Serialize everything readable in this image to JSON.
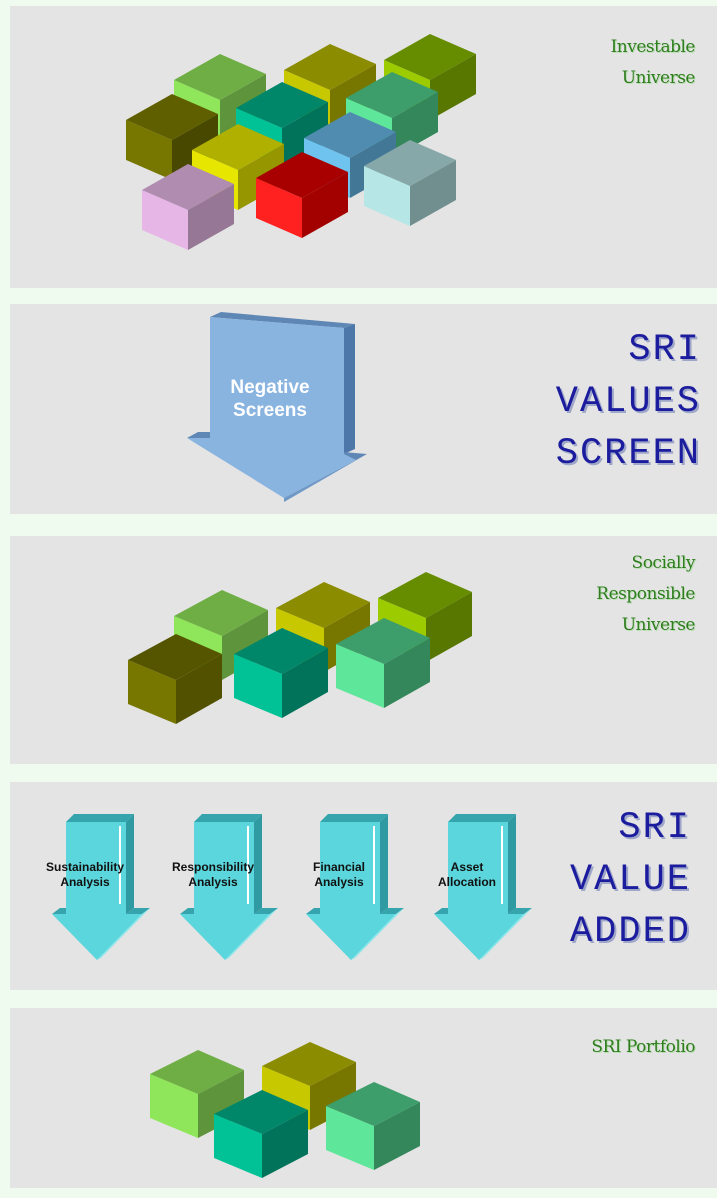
{
  "panels": {
    "investable": {
      "title_lines": [
        "Investable",
        "Universe"
      ]
    },
    "values_screen": {
      "arrow_label_lines": [
        "Negative",
        "Screens"
      ],
      "heading_lines": [
        "SRI",
        "VALUES",
        "SCREEN"
      ]
    },
    "socially_responsible": {
      "title_lines": [
        "Socially",
        "Responsible",
        "Universe"
      ]
    },
    "value_added": {
      "arrows": [
        {
          "lines": [
            "Sustainability",
            "Analysis"
          ]
        },
        {
          "lines": [
            "Responsibility",
            "Analysis"
          ]
        },
        {
          "lines": [
            "Financial",
            "Analysis"
          ]
        },
        {
          "lines": [
            "Asset",
            "Allocation"
          ]
        }
      ],
      "heading_lines": [
        "SRI",
        "VALUE",
        "ADDED"
      ]
    },
    "portfolio": {
      "title": "SRI Portfolio"
    }
  },
  "colors": {
    "page_bg": "#f0fbef",
    "panel_bg": "#e4e4e4",
    "green_text": "#2e7d1e",
    "navy_text": "#1c1c9e",
    "negative_arrow": "#8ab4e0",
    "value_arrow": "#5ad6dc"
  }
}
